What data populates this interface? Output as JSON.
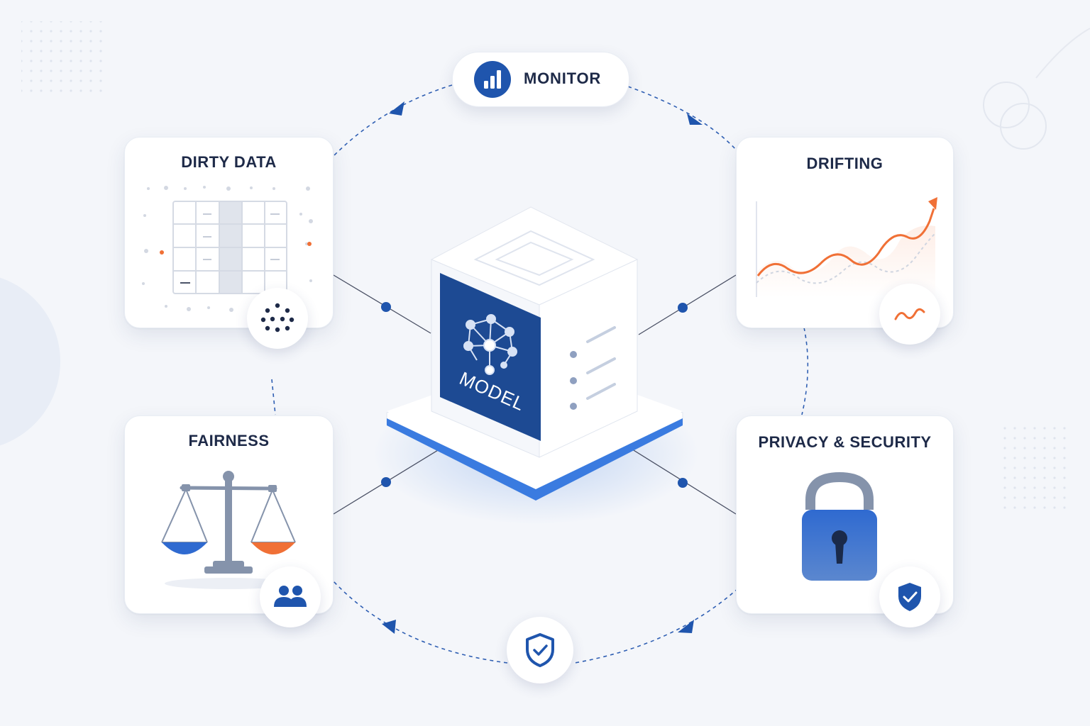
{
  "monitor": {
    "label": "MONITOR",
    "icon": "bar-chart-icon"
  },
  "model": {
    "label": "MODEL",
    "icon": "neural-network-icon"
  },
  "cards": {
    "dirty_data": {
      "title": "DIRTY DATA",
      "badge_icon": "dots-grid-icon"
    },
    "drifting": {
      "title": "DRIFTING",
      "badge_icon": "wave-icon"
    },
    "fairness": {
      "title": "FAIRNESS",
      "badge_icon": "users-icon"
    },
    "privacy": {
      "title": "PRIVACY & SECURITY",
      "badge_icon": "shield-check-icon"
    }
  },
  "bottom_node": {
    "icon": "shield-check-icon"
  },
  "colors": {
    "primary": "#1f55ad",
    "accent": "#3a7be0",
    "orange": "#f07036",
    "text": "#1e2a48",
    "background": "#f4f6fa"
  }
}
